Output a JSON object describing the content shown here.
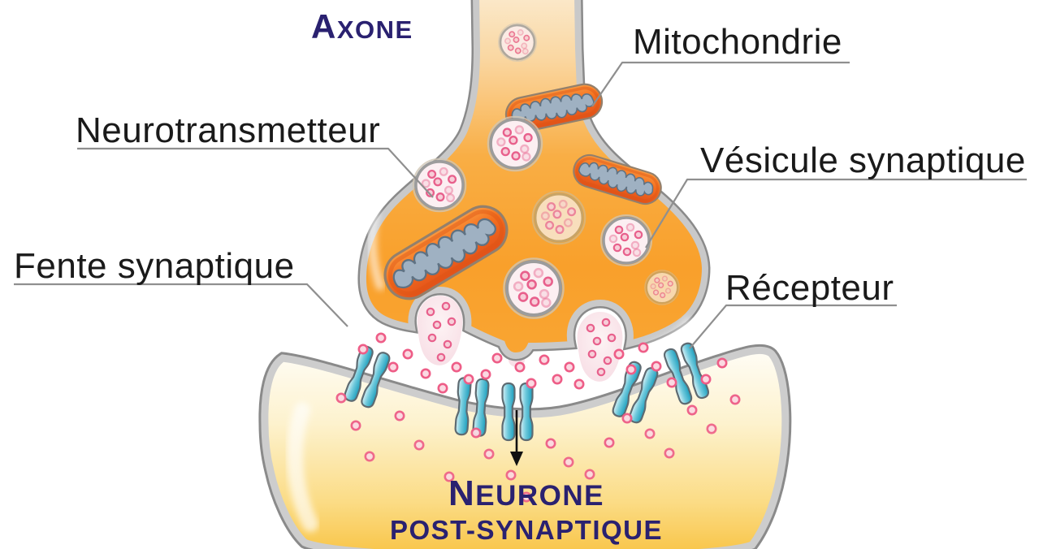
{
  "diagram": {
    "labels": {
      "axone": {
        "initial": "A",
        "rest": "XONE"
      },
      "mitochondrie": "Mitochondrie",
      "neurotransmetteur": "Neurotransmetteur",
      "vesicule_synaptique": "Vésicule synaptique",
      "fente_synaptique": "Fente synaptique",
      "recepteur": "Récepteur",
      "neurone_post_synaptique": {
        "line1_initial": "N",
        "line1_rest": "EURONE",
        "line2": "POST-SYNAPTIQUE"
      }
    },
    "colors": {
      "label_dark_blue": "#2A2170",
      "label_black": "#1A1A1A",
      "leader_gray": "#8F8F8F",
      "membrane_gray": "#8A8A8A",
      "axon_orange": "#F9A02B",
      "postsynaptic_gold": "#F8C240",
      "receptor_teal": "#1A9DBC",
      "neurotransmitter_pink": "#EE5D87",
      "mitochondrion_orange": "#F4701F",
      "vesicle_pink": "#FCEFF2"
    },
    "structures": {
      "mitochondria_count": 3,
      "synaptic_vesicle_count": 7,
      "fusing_vesicle_count": 2,
      "receptor_count": 5
    }
  }
}
